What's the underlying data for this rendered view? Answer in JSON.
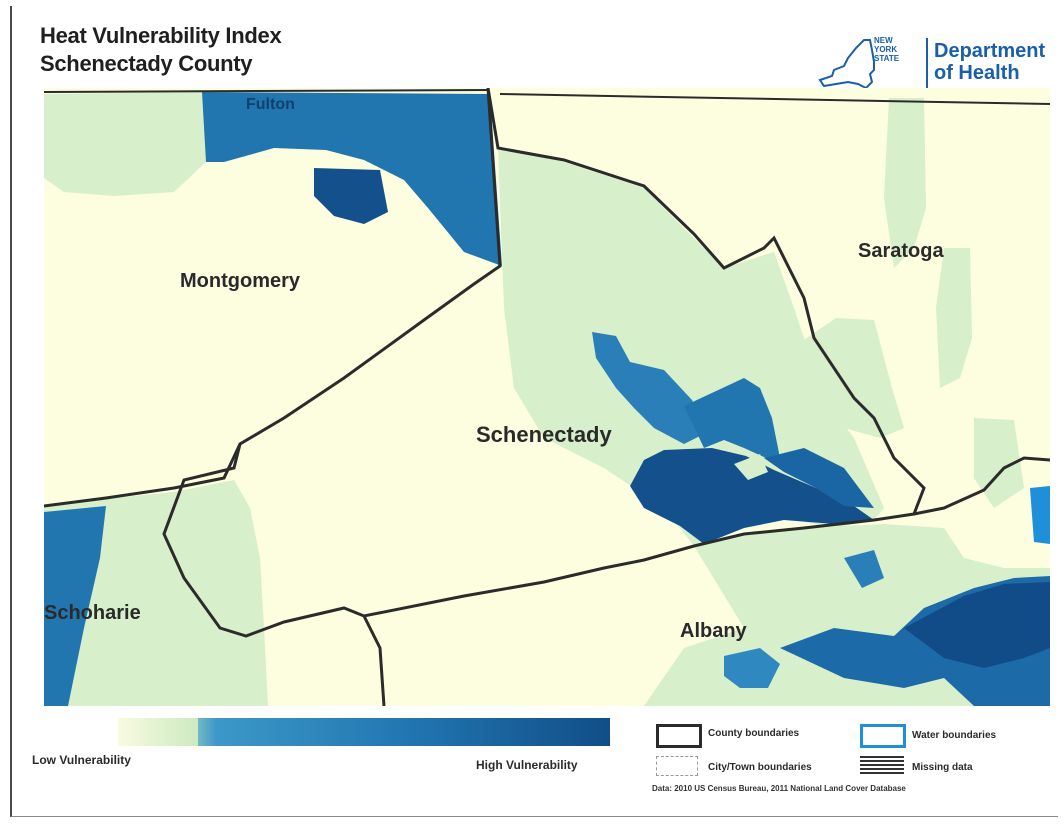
{
  "title": {
    "line1": "Heat Vulnerability Index",
    "line2": "Schenectady County"
  },
  "logo": {
    "state_line1": "NEW",
    "state_line2": "YORK",
    "state_line3": "STATE",
    "dept_line1": "Department",
    "dept_line2": "of Health",
    "icon": "new-york-state-outline-icon",
    "color": "#1a5fa8"
  },
  "map": {
    "labels": {
      "fulton": "Fulton",
      "montgomery": "Montgomery",
      "saratoga": "Saratoga",
      "schenectady": "Schenectady",
      "schoharie": "Schoharie",
      "albany": "Albany"
    },
    "colors": {
      "lowest": "#fdfde0",
      "low": "#d6efc9",
      "medium": "#3c98c8",
      "high": "#2175b0",
      "highest": "#104a86",
      "boundary": "#2b2b2b",
      "water": "#1e8fd8"
    }
  },
  "legend": {
    "low_label": "Low Vulnerability",
    "high_label": "High Vulnerability",
    "county_boundaries": "County boundaries",
    "water_boundaries": "Water boundaries",
    "city_town_boundaries": "City/Town boundaries",
    "missing_data": "Missing data",
    "source": "Data: 2010 US Census Bureau, 2011 National Land Cover Database"
  }
}
